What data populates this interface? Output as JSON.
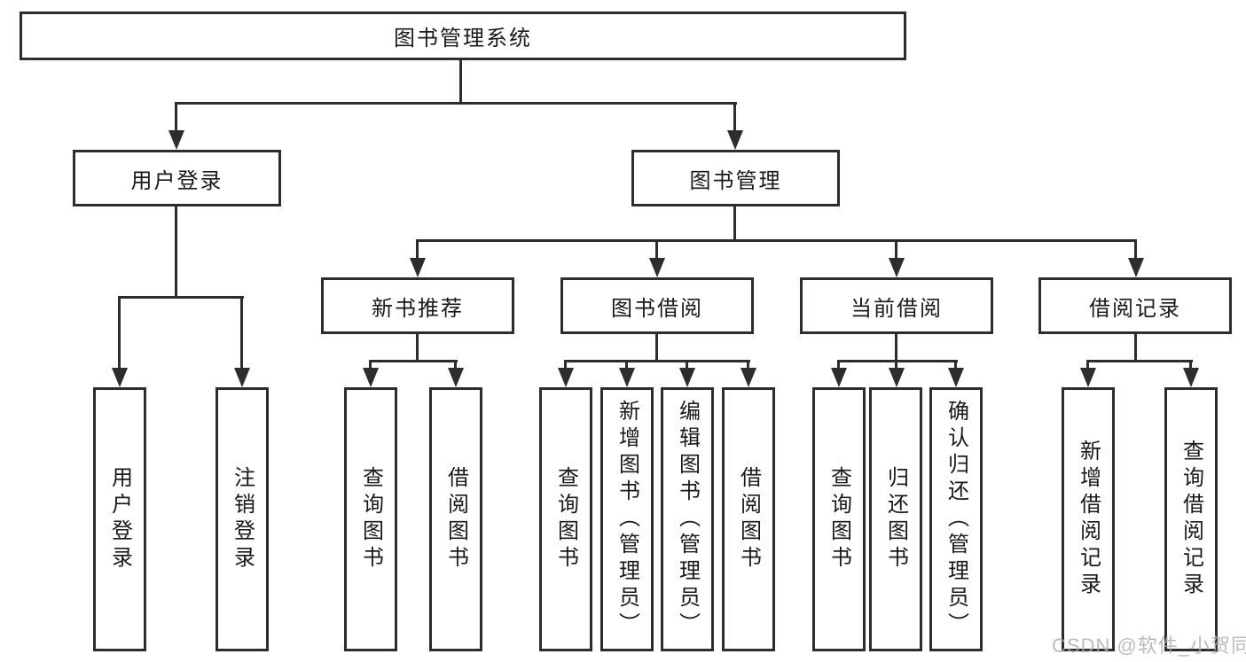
{
  "tree": {
    "root": {
      "label": "图书管理系统",
      "children": [
        {
          "label": "用户登录",
          "children": [
            {
              "label": "用户登录"
            },
            {
              "label": "注销登录"
            }
          ]
        },
        {
          "label": "图书管理",
          "children": [
            {
              "label": "新书推荐",
              "children": [
                {
                  "label": "查询图书"
                },
                {
                  "label": "借阅图书"
                }
              ]
            },
            {
              "label": "图书借阅",
              "children": [
                {
                  "label": "查询图书"
                },
                {
                  "label": "新增图书（管理员）"
                },
                {
                  "label": "编辑图书（管理员）"
                },
                {
                  "label": "借阅图书"
                }
              ]
            },
            {
              "label": "当前借阅",
              "children": [
                {
                  "label": "查询图书"
                },
                {
                  "label": "归还图书"
                },
                {
                  "label": "确认归还（管理员）"
                }
              ]
            },
            {
              "label": "借阅记录",
              "children": [
                {
                  "label": "新增借阅记录"
                },
                {
                  "label": "查询借阅记录"
                }
              ]
            }
          ]
        }
      ]
    }
  },
  "watermark": "CSDN @软件_小贺同学",
  "colors": {
    "line": "#2d2d2d",
    "text": "#191919",
    "background": "#ffffff",
    "watermark": "#acacac"
  }
}
